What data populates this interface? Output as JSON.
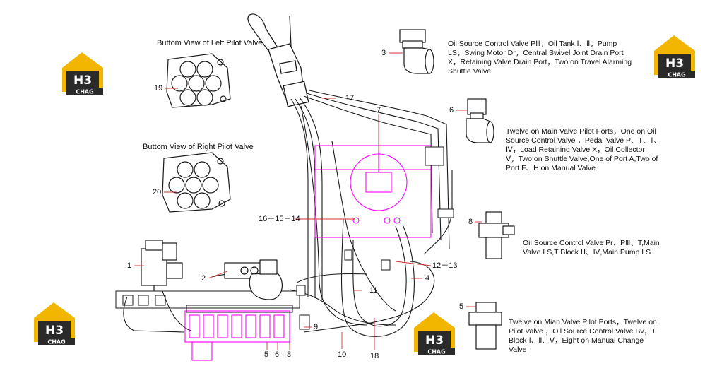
{
  "titles": {
    "left_pilot": "Buttom View of Left Pilot Valve",
    "right_pilot": "Buttom View of Right Pilot Valve"
  },
  "descriptions": {
    "d3": "Oil  Source Control Valve PⅢ，Oil Tank Ⅰ、Ⅱ，Pump\nLS，Swing Motor Dr，Central Swivel Joint Drain Port\nX，Retaining Valve Drain Port，Two on Travel Alarming\nShuttle Valve",
    "d6": "Twelve on Main Valve Pilot Ports，One on Oil\nSource Control Valve ，Pedal Valve P、T、Ⅱ、\nⅣ，Load Retaining Valve X，Oil Collector\nⅤ，Two on Shuttle Valve,One of Port A,Two of\nPort F、H on Manual Valve",
    "d8": "Oil  Source Control Valve Pr、PⅢ、T,Main\nValve LS,T  Block Ⅲ、Ⅳ,Main Pump LS",
    "d5": "Twelve on Mian Valve Pilot Ports，Twelve on\nPilot Valve ，Oil Source Control Valve Bv，T\nBlock Ⅰ、Ⅱ、Ⅴ，Eight on Manual Change\nValve"
  },
  "callouts": {
    "n1": "1",
    "n2": "2",
    "n3": "3",
    "n4": "4",
    "n5": "5",
    "n6": "6",
    "n7": "7",
    "n8": "8",
    "n9": "9",
    "n10": "10",
    "n11": "11",
    "n12_13": "12－13",
    "n16_15_14": "16－15－14",
    "n17": "17",
    "n18": "18",
    "n19": "19",
    "n20": "20",
    "b5": "5",
    "b6": "6",
    "b8": "8"
  },
  "logo": {
    "top": "H3",
    "bottom": "CHAG"
  },
  "colors": {
    "line": "#1a1a1a",
    "pink": "#ff00ff",
    "logo_yellow": "#f2b600",
    "logo_dark": "#2a2a2a"
  },
  "icons": [
    "joystick-icon",
    "pilot-valve-port-icon",
    "elbow-fitting-icon",
    "tee-fitting-icon",
    "straight-fitting-icon"
  ]
}
